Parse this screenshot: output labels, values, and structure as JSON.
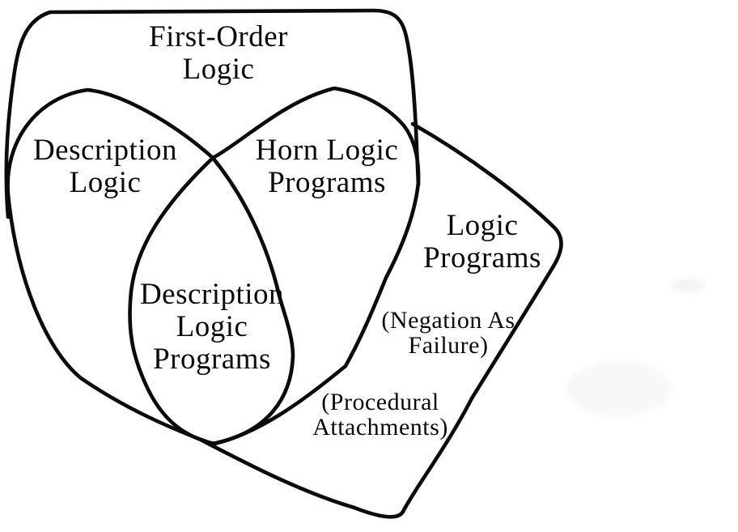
{
  "labels": {
    "first_order_logic": "First-Order\nLogic",
    "description_logic": "Description\nLogic",
    "horn_logic_programs": "Horn Logic\nPrograms",
    "description_logic_programs": "Description\nLogic\nPrograms",
    "logic_programs": "Logic\nPrograms",
    "negation_as_failure": "(Negation As\nFailure)",
    "procedural_attachments": "(Procedural\nAttachments)"
  },
  "colors": {
    "ink": "#0b0b0b",
    "background": "#ffffff"
  }
}
